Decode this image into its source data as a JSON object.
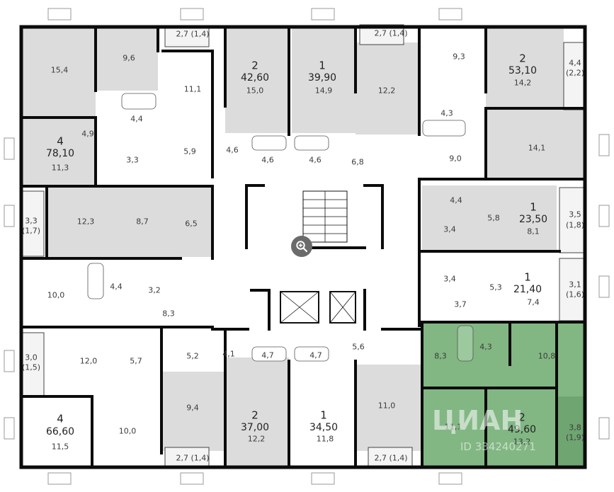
{
  "colors": {
    "wall": "#0b0b0b",
    "room_gray": "#dcdcdc",
    "room_white": "#ffffff",
    "highlight_green": "#82b783",
    "window": "#9a9a9a"
  },
  "zoom_icon": "magnifier-plus-icon",
  "watermark": {
    "logo": "ЦИАН",
    "id_text": "ID 334240271"
  },
  "apartments": [
    {
      "rooms": "4",
      "total": "78,10"
    },
    {
      "rooms": "2",
      "total": "42,60"
    },
    {
      "rooms": "1",
      "total": "39,90"
    },
    {
      "rooms": "2",
      "total": "53,10"
    },
    {
      "rooms": "1",
      "total": "23,50"
    },
    {
      "rooms": "1",
      "total": "21,40"
    },
    {
      "rooms": "4",
      "total": "66,60"
    },
    {
      "rooms": "2",
      "total": "37,00"
    },
    {
      "rooms": "1",
      "total": "34,50"
    },
    {
      "rooms": "2",
      "total": "49,60",
      "highlighted": true
    }
  ],
  "room_areas": [
    "15,4",
    "9,6",
    "2,7 (1,4)",
    "11,1",
    "15,0",
    "14,9",
    "2,7 (1,4)",
    "12,2",
    "9,3",
    "14,2",
    "4,4",
    "(2,2)",
    "4,4",
    "4,9",
    "11,3",
    "3,3",
    "5,9",
    "4,6",
    "4,6",
    "4,6",
    "6,8",
    "4,3",
    "9,0",
    "14,1",
    "3,3",
    "(1,7)",
    "12,3",
    "8,7",
    "6,5",
    "4,4",
    "5,8",
    "8,1",
    "3,5",
    "(1,8)",
    "3,4",
    "4,4",
    "3,2",
    "10,0",
    "8,3",
    "3,4",
    "5,3",
    "7,4",
    "3,7",
    "3,1",
    "(1,6)",
    "3,0",
    "(1,5)",
    "12,0",
    "5,7",
    "5,2",
    "4,1",
    "4,7",
    "4,7",
    "5,6",
    "8,3",
    "4,3",
    "10,8",
    "9,4",
    "11,0",
    "11,5",
    "10,0",
    "12,2",
    "11,8",
    "11,1",
    "13,2",
    "3,8",
    "(1,9)",
    "2,7 (1,4)",
    "2,7 (1,4)"
  ]
}
